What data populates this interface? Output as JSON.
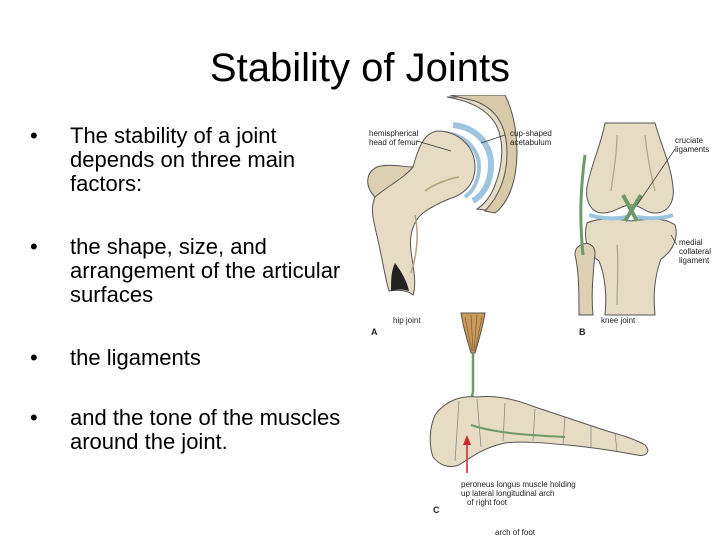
{
  "slide": {
    "title": "Stability of Joints",
    "bullets": [
      {
        "marker": "•",
        "text": "The stability of a joint depends on three main factors:"
      },
      {
        "marker": "•",
        "text": "the shape, size, and arrangement of the articular surfaces"
      },
      {
        "marker": "•",
        "text": "the ligaments"
      },
      {
        "marker": "•",
        "text": "and the tone of the muscles around the joint."
      }
    ]
  },
  "figure": {
    "hip": {
      "label_head": "hemispherical head of femur",
      "label_acetabulum": "cup-shaped acetabulum",
      "caption": "hip joint",
      "letter": "A"
    },
    "knee": {
      "label_cruciate": "cruciate ligaments",
      "label_collateral": "medial collateral ligament",
      "caption": "knee joint",
      "letter": "B"
    },
    "foot": {
      "label_muscle": "peroneus longus muscle holding up lateral longitudinal arch of right foot",
      "caption": "arch of foot",
      "letter": "C"
    },
    "colors": {
      "bone": "#e6dcc4",
      "bone_shade": "#b3a27c",
      "cartilage": "#9ec5e0",
      "ligament": "#6e9a6a",
      "muscle": "#c99a5b",
      "arrow": "#d2232a"
    }
  }
}
